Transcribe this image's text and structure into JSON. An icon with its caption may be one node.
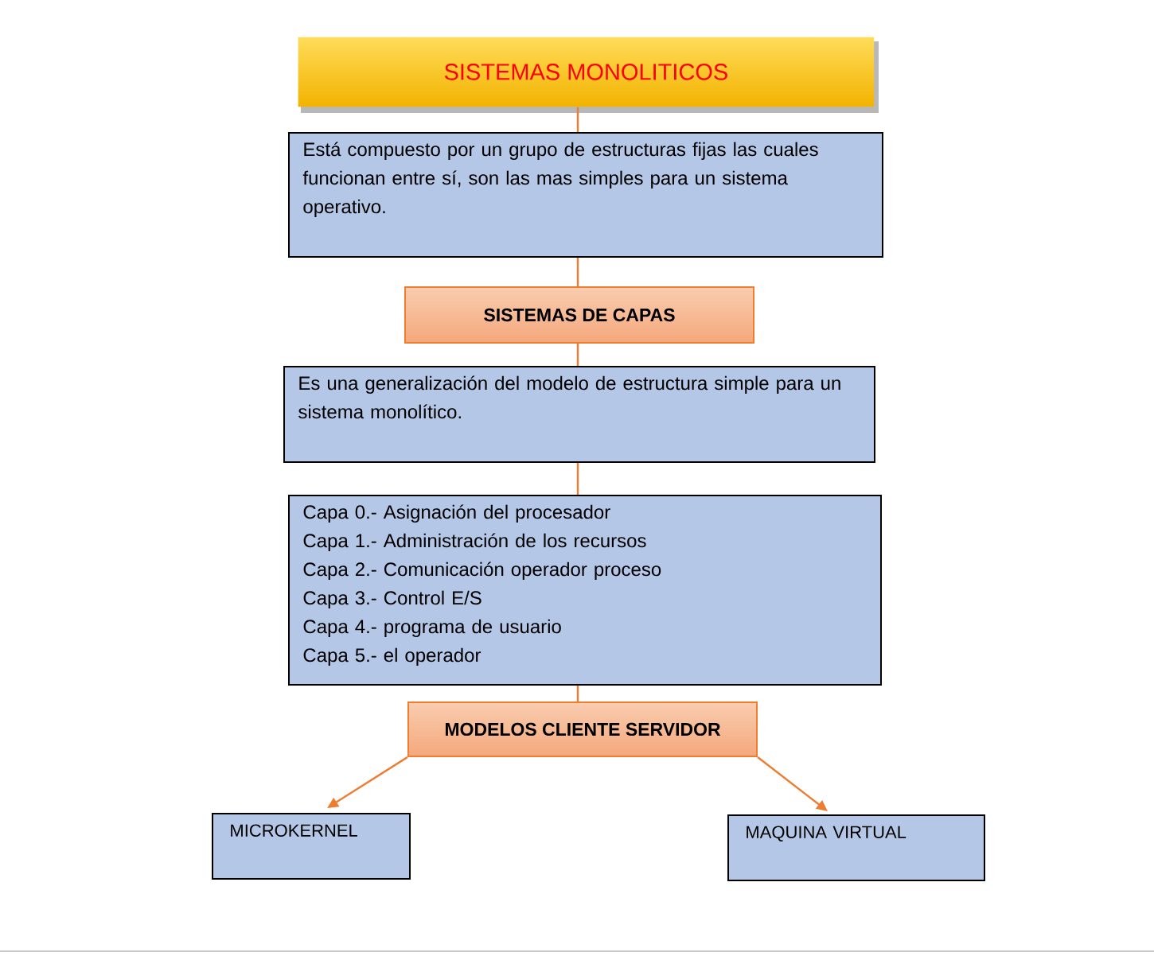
{
  "diagram": {
    "nodes": [
      {
        "text": [
          "SISTEMAS MONOLITICOS"
        ]
      },
      {
        "text": [
          "Está compuesto por un grupo de estructuras fijas las cuales funcionan entre sí, son las mas simples para un sistema operativo."
        ]
      },
      {
        "text": [
          "SISTEMAS DE CAPAS"
        ]
      },
      {
        "text": [
          "Es una generalización del modelo de estructura simple para un sistema monolítico."
        ]
      },
      {
        "text": [
          "Capa 0.- Asignación del procesador",
          "Capa 1.- Administración de los recursos",
          "Capa 2.- Comunicación operador proceso",
          "Capa 3.- Control E/S",
          "Capa 4.- programa de usuario",
          "Capa 5.- el operador"
        ]
      },
      {
        "text": [
          "MODELOS CLIENTE SERVIDOR"
        ]
      },
      {
        "text": [
          "MICROKERNEL"
        ]
      },
      {
        "text": [
          "MAQUINA VIRTUAL"
        ]
      }
    ],
    "edges": [
      {
        "from": 0,
        "to": 1,
        "arrow": "none"
      },
      {
        "from": 1,
        "to": 2,
        "arrow": "none"
      },
      {
        "from": 2,
        "to": 3,
        "arrow": "none"
      },
      {
        "from": 3,
        "to": 4,
        "arrow": "none"
      },
      {
        "from": 4,
        "to": 5,
        "arrow": "none"
      },
      {
        "from": 5,
        "to": 6,
        "arrow": "to"
      },
      {
        "from": 5,
        "to": 7,
        "arrow": "to"
      }
    ]
  }
}
